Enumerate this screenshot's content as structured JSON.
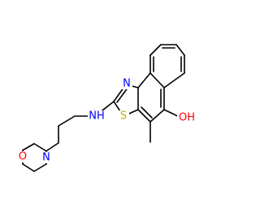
{
  "molecule": {
    "atoms": {
      "morpholine_o": {
        "label": "O",
        "color": "#ff0000"
      },
      "morpholine_n": {
        "label": "N",
        "color": "#0000ff"
      },
      "amine_nh": {
        "label": "NH",
        "color": "#0000ff"
      },
      "thiazole_n": {
        "label": "N",
        "color": "#0000ff"
      },
      "thiazole_s": {
        "label": "S",
        "color": "#b8b800"
      },
      "hydroxyl": {
        "label": "OH",
        "color": "#ff0000"
      }
    },
    "bond_color": "#000000"
  }
}
